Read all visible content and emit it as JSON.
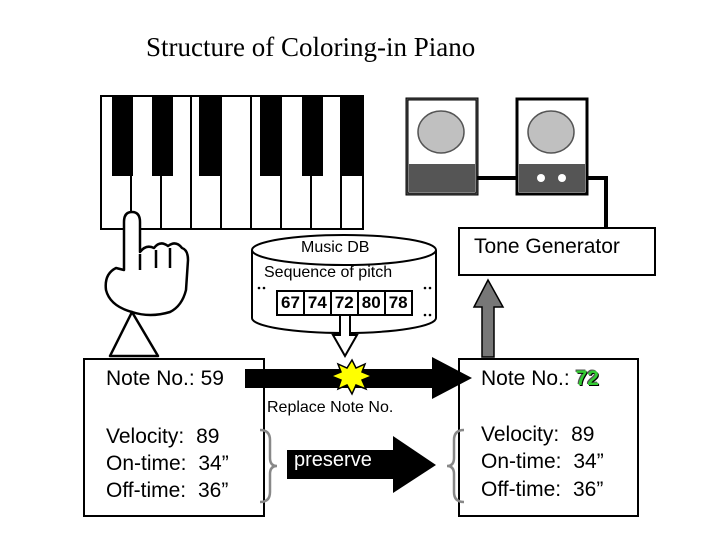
{
  "title": "Structure of Coloring-in Piano",
  "music_db": {
    "label": "Music DB",
    "sequence_label": "Sequence of pitch",
    "pitches": [
      "67",
      "74",
      "72",
      "80",
      "78"
    ]
  },
  "tone_generator": {
    "label": "Tone Generator"
  },
  "input_box": {
    "note_label": "Note No.:",
    "note_value": "59",
    "velocity_label": "Velocity:",
    "velocity_value": "89",
    "on_time_label": "On-time:",
    "on_time_value": "34”",
    "off_time_label": "Off-time:",
    "off_time_value": "36”"
  },
  "output_box": {
    "note_label": "Note No.:",
    "note_value": "72",
    "velocity_label": "Velocity:",
    "velocity_value": "89",
    "on_time_label": "On-time:",
    "on_time_value": "34”",
    "off_time_label": "Off-time:",
    "off_time_value": "36”"
  },
  "replace_label": "Replace Note No.",
  "preserve_label": "preserve",
  "colors": {
    "highlight_note": "#33cc33",
    "arrow_gray": "#777777",
    "speaker_dark": "#555555",
    "speaker_cone": "#c0c0c0"
  }
}
